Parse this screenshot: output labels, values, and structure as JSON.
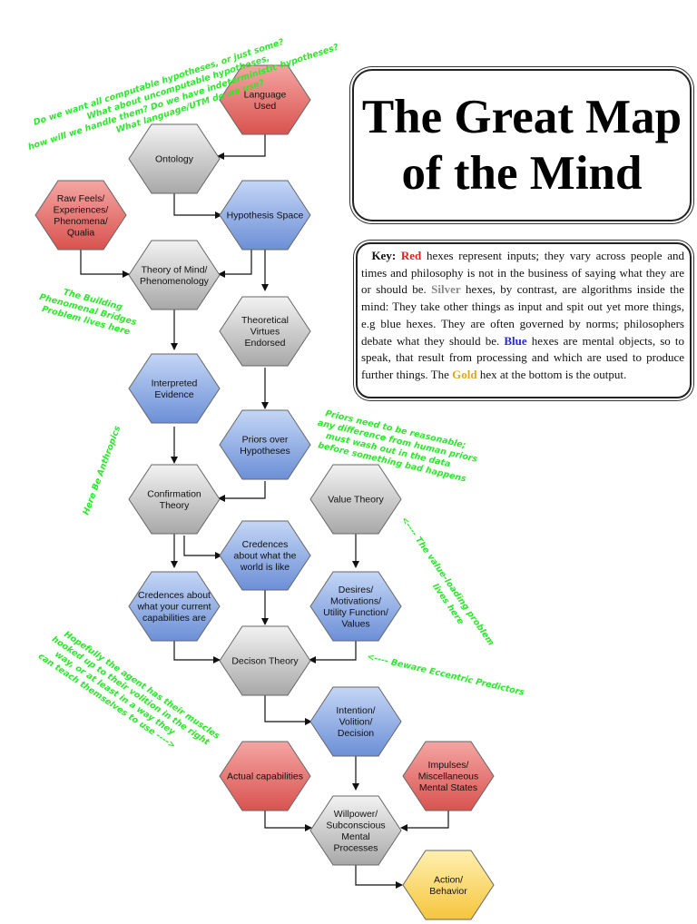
{
  "title": {
    "line1": "The Great Map",
    "line2": "of the Mind"
  },
  "key": {
    "lead": "Key:",
    "red_word": "Red",
    "text1": " hexes represent inputs; they vary across  people and times and philosophy is not in the business of  saying what they are or should be. ",
    "silver_word": "Silver",
    "text2": " hexes, by contrast,  are algorithms inside the mind: They take other things as  input and spit out yet more things, e.g blue hexes. They are  often governed by norms; philosophers debate what they  should be. ",
    "blue_word": "Blue",
    "text3": " hexes  are  mental objects, so to speak, that  result from processing  and  which are used to produce further things. The ",
    "gold_word": "Gold",
    "text4": " hex  at the  bottom is the output."
  },
  "colors": {
    "red": "#e0736f",
    "silver": "#bdbdbd",
    "blue": "#8aaae0",
    "gold": "#f8d468",
    "note_green": "#2ee82e"
  },
  "hexes": {
    "language": [
      "Language",
      "Used"
    ],
    "ontology": [
      "Ontology"
    ],
    "raw_feels": [
      "Raw Feels/",
      "Experiences/",
      "Phenomena/",
      "Qualia"
    ],
    "hypothesis_space": [
      "Hypothesis Space"
    ],
    "theory_of_mind": [
      "Theory of Mind/",
      "Phenomenology"
    ],
    "theoretical_virtues": [
      "Theoretical",
      "Virtues",
      "Endorsed"
    ],
    "interpreted_evidence": [
      "Interpreted",
      "Evidence"
    ],
    "priors": [
      "Priors over",
      "Hypotheses"
    ],
    "confirmation": [
      "Confirmation",
      "Theory"
    ],
    "value_theory": [
      "Value Theory"
    ],
    "credences_world": [
      "Credences",
      "about what the",
      "world is like"
    ],
    "credences_capabilities": [
      "Credences about",
      "what your current",
      "capabilities are"
    ],
    "desires": [
      "Desires/",
      "Motivations/",
      "Utility Function/",
      "Values"
    ],
    "decision_theory": [
      "Decison Theory"
    ],
    "intention": [
      "Intention/",
      "Volition/",
      "Decision"
    ],
    "actual_capabilities": [
      "Actual capabilities"
    ],
    "impulses": [
      "Impulses/",
      "Miscellaneous",
      "Mental States"
    ],
    "willpower": [
      "Willpower/",
      "Subconscious",
      "Mental",
      "Processes"
    ],
    "action": [
      "Action/",
      "Behavior"
    ]
  },
  "notes": {
    "top": [
      "Do we want all computable hypotheses, or just some?",
      "What about uncomputable hypotheses,",
      "how will we handle them? Do we have indeterministic hypotheses?",
      "What language/UTM do we use?"
    ],
    "bridges": [
      "The Building",
      "Phenomenal Bridges",
      "Problem lives here"
    ],
    "anthropics": [
      "Here Be Anthropics"
    ],
    "priors": [
      "Priors need to be reasonable;",
      "any difference from human priors",
      "must wash out in the data",
      "before something bad happens"
    ],
    "value_loading": [
      "<---- The value-loading problem",
      "lives here"
    ],
    "eccentric": [
      "<---- Beware Eccentric Predictors"
    ],
    "muscles": [
      "Hopefully the agent has their muscles",
      "hooked up to their volition in the right",
      "way, or at least in a way they",
      "can teach themselves to use ---->"
    ]
  }
}
